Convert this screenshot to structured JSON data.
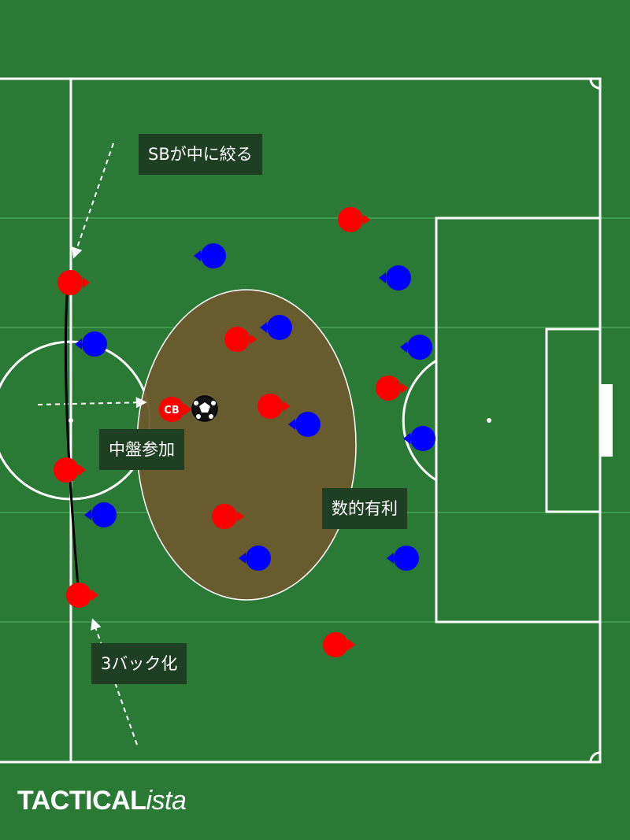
{
  "annotations": {
    "sb_narrow": "SBが中に絞る",
    "midfield_join": "中盤参加",
    "numerical_advantage": "数的有利",
    "back_three": "3バック化"
  },
  "cb_badge": "CB",
  "brand": {
    "main": "TACTICAL",
    "suffix": "ista"
  },
  "colors": {
    "pitch_dark": "#2a7a36",
    "pitch_light": "#2e8a3c",
    "lines": "#ffffff",
    "red_team": "#ff0000",
    "blue_team": "#0000ff",
    "zone_fill": "#6b5a2e",
    "label_bg": "#1e3f22"
  },
  "players": {
    "red": [
      "p1",
      "p2",
      "p3",
      "p4",
      "p5",
      "p6",
      "p7",
      "p8",
      "p9",
      "p10"
    ],
    "blue": [
      "p1",
      "p2",
      "p3",
      "p4",
      "p5",
      "p6",
      "p7",
      "p8",
      "p9",
      "p10"
    ]
  },
  "icons": {
    "ball": "soccer-ball-icon",
    "arrow": "dashed-arrow-icon"
  }
}
